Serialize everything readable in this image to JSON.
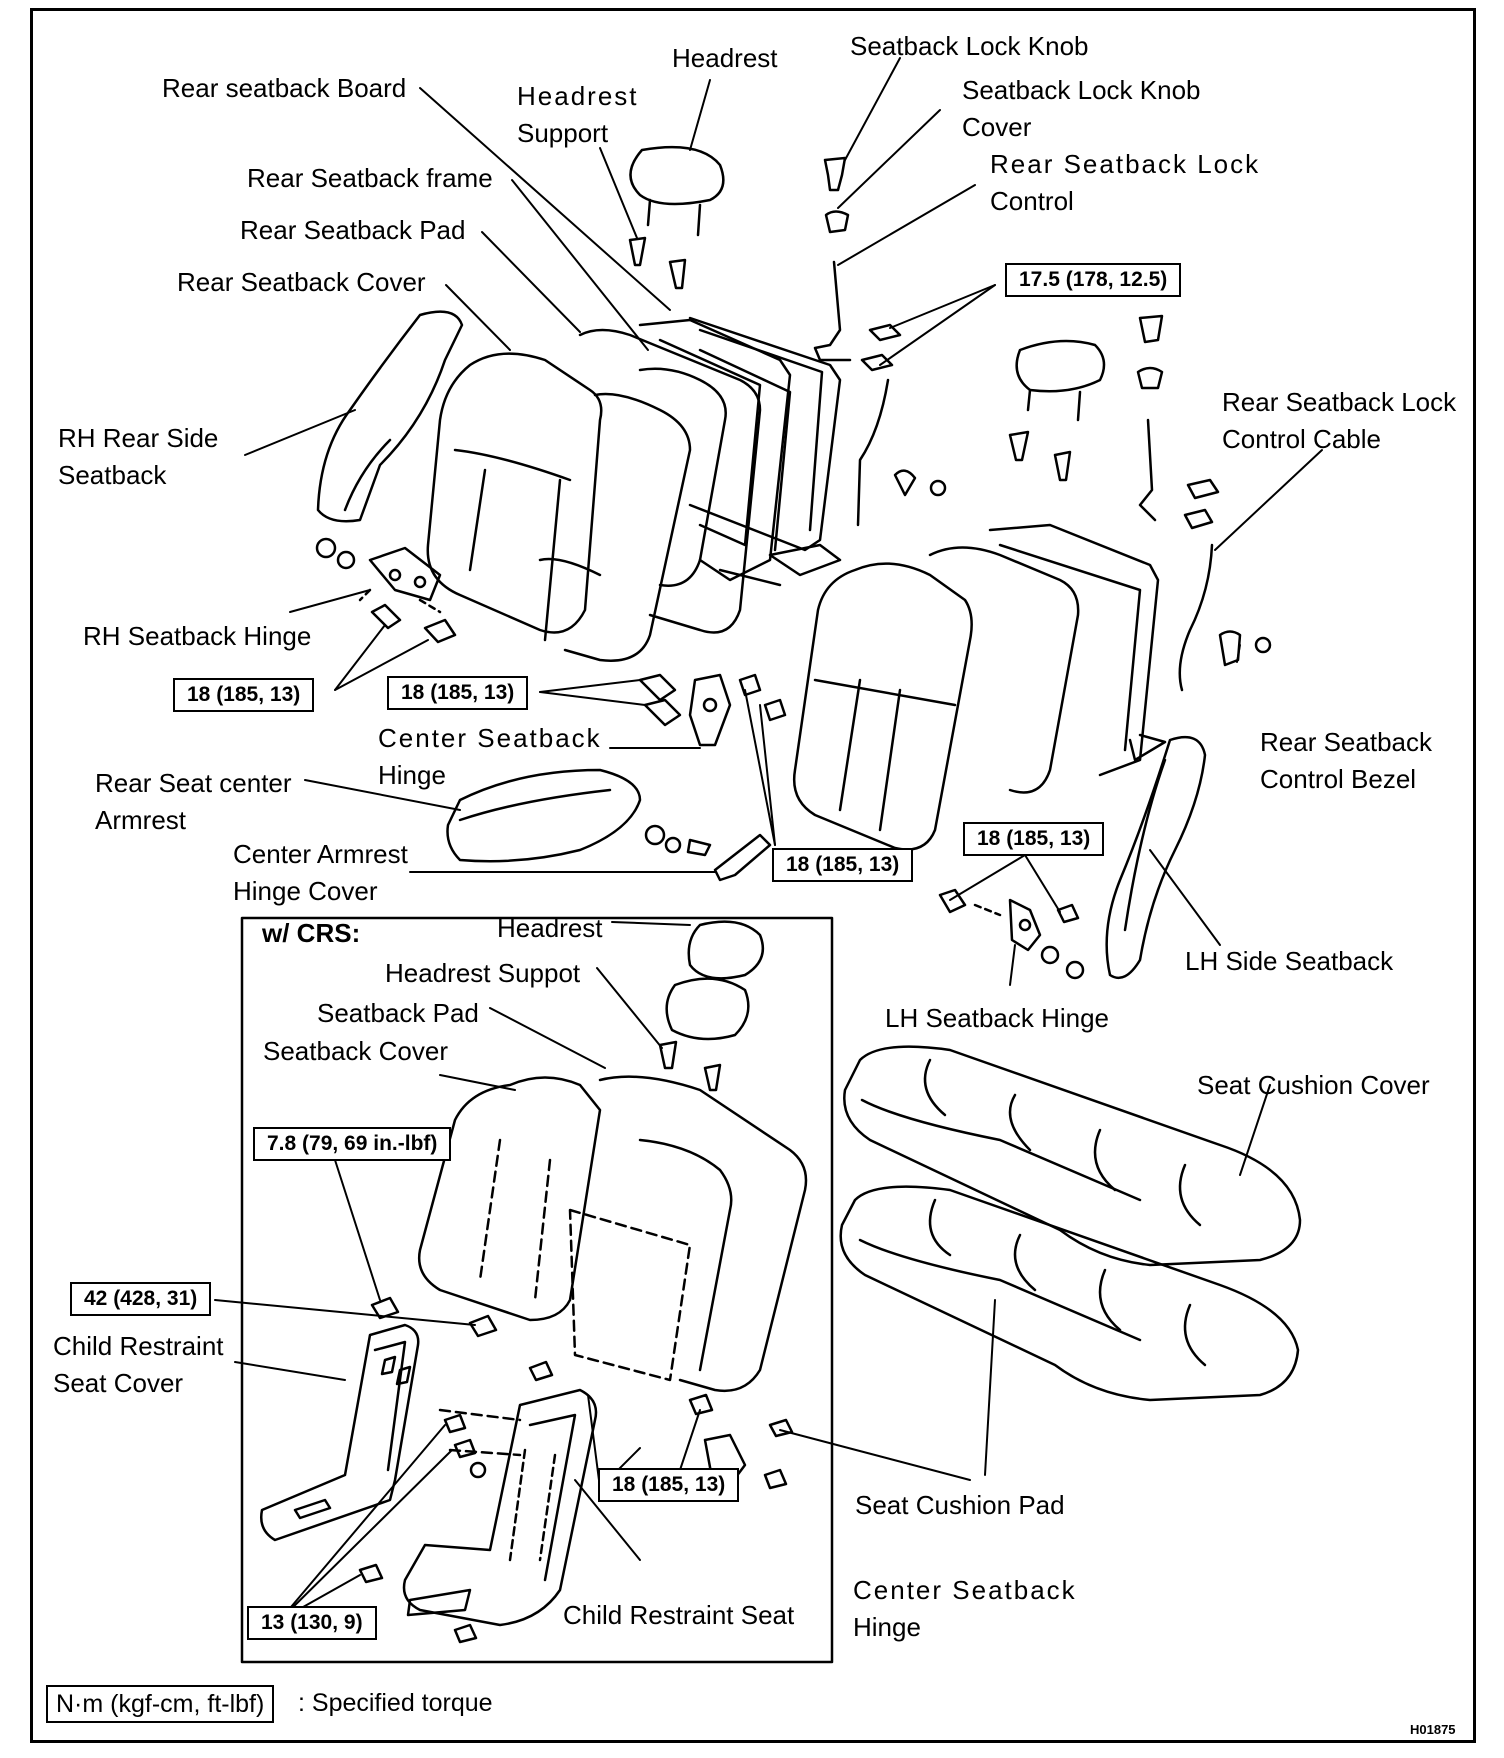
{
  "labels": {
    "headrest": "Headrest",
    "seatback_lock_knob": "Seatback Lock Knob",
    "rear_seatback_board": "Rear seatback Board",
    "headrest_support_1": "Headrest",
    "headrest_support_2": "Support",
    "seatback_lock_knob_cover_1": "Seatback Lock Knob",
    "seatback_lock_knob_cover_2": "Cover",
    "rear_seatback_lock_control_1": "Rear  Seatback  Lock",
    "rear_seatback_lock_control_2": "Control",
    "rear_seatback_frame": "Rear Seatback frame",
    "rear_seatback_pad": "Rear Seatback Pad",
    "rear_seatback_cover": "Rear Seatback Cover",
    "rh_rear_side_seatback_1": "RH Rear Side",
    "rh_rear_side_seatback_2": "Seatback",
    "rear_seatback_lock_control_cable_1": "Rear Seatback Lock",
    "rear_seatback_lock_control_cable_2": "Control Cable",
    "rh_seatback_hinge": "RH Seatback Hinge",
    "center_seatback_hinge_1": "Center  Seatback",
    "center_seatback_hinge_2": "Hinge",
    "rear_seat_center_armrest_1": "Rear Seat center",
    "rear_seat_center_armrest_2": "Armrest",
    "rear_seatback_control_bezel_1": "Rear Seatback",
    "rear_seatback_control_bezel_2": "Control Bezel",
    "center_armrest_hinge_cover_1": "Center  Armrest",
    "center_armrest_hinge_cover_2": "Hinge Cover",
    "lh_side_seatback": "LH Side Seatback",
    "lh_seatback_hinge": "LH Seatback Hinge",
    "seat_cushion_cover": "Seat Cushion Cover",
    "seat_cushion_pad": "Seat Cushion Pad",
    "center_seatback_hinge_b_1": "Center  Seatback",
    "center_seatback_hinge_b_2": "Hinge"
  },
  "crs": {
    "title": "w/ CRS:",
    "headrest": "Headrest",
    "headrest_support": "Headrest Suppot",
    "seatback_pad": "Seatback Pad",
    "seatback_cover": "Seatback Cover",
    "child_restraint_seat_cover_1": "Child Restraint",
    "child_restraint_seat_cover_2": "Seat Cover",
    "child_restraint_seat": "Child Restraint Seat"
  },
  "torques": {
    "lock_control": "17.5 (178, 12.5)",
    "rh_hinge": "18 (185, 13)",
    "center_hinge": "18 (185, 13)",
    "armrest_hinge": "18 (185, 13)",
    "lh_hinge": "18 (185, 13)",
    "crs_upper": "7.8 (79, 69 in.-lbf)",
    "crs_anchor": "42 (428, 31)",
    "crs_hinge": "18 (185, 13)",
    "crs_seat": "13 (130, 9)"
  },
  "legend": {
    "unit": "N·m (kgf-cm, ft-lbf)",
    "text": ": Specified torque"
  },
  "figure_id": "H01875"
}
